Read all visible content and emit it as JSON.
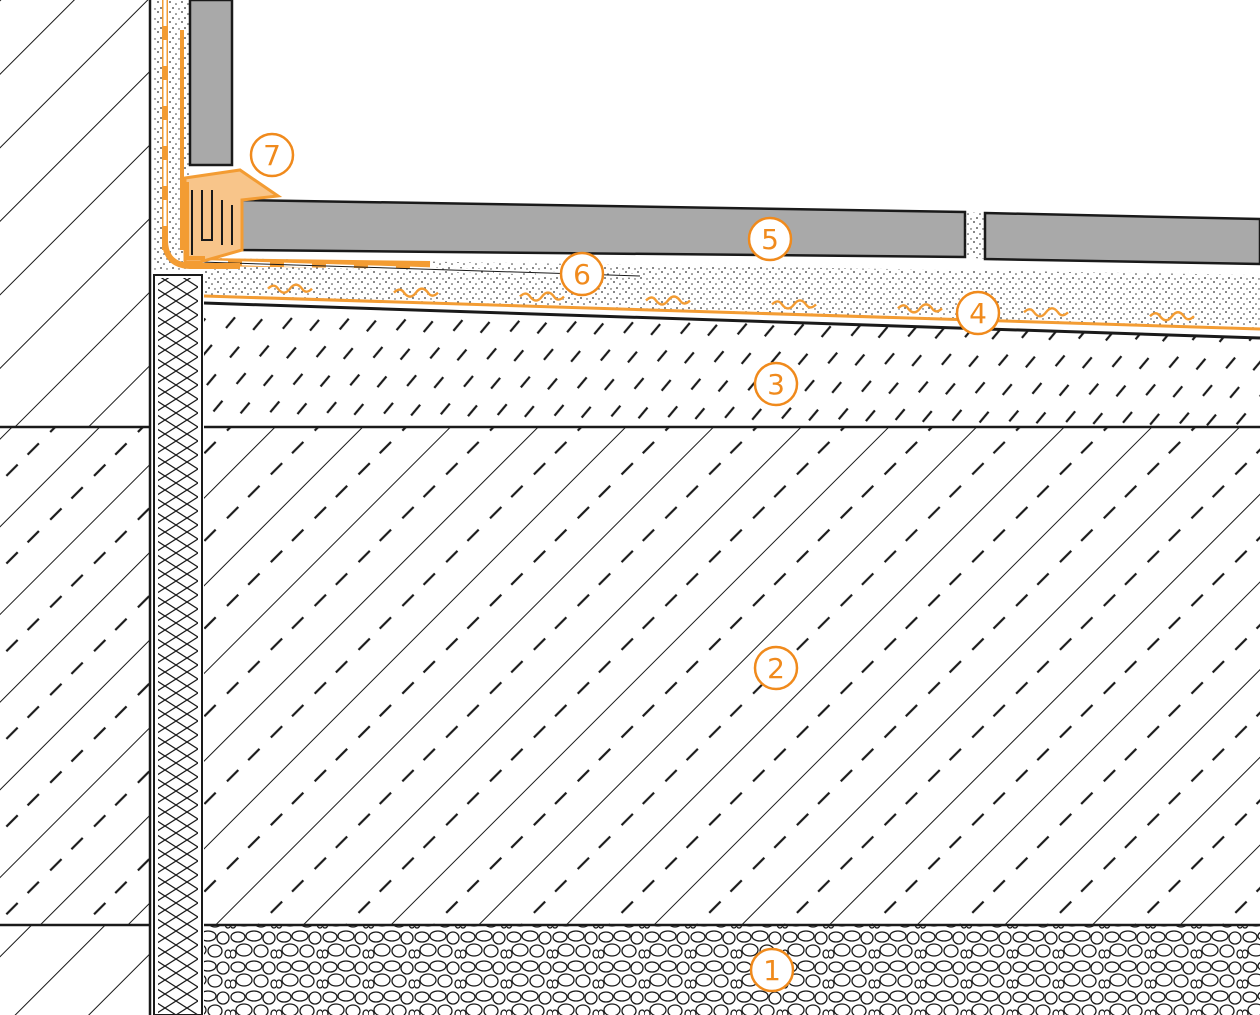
{
  "colors": {
    "accent": "#f08a1c",
    "line": "#1a1a1a",
    "tile": "#a9a9a9",
    "membrane": "#f39c33",
    "background": "#ffffff"
  },
  "callouts": [
    {
      "id": "1",
      "label": "1"
    },
    {
      "id": "2",
      "label": "2"
    },
    {
      "id": "3",
      "label": "3"
    },
    {
      "id": "4",
      "label": "4"
    },
    {
      "id": "5",
      "label": "5"
    },
    {
      "id": "6",
      "label": "6"
    },
    {
      "id": "7",
      "label": "7"
    }
  ]
}
